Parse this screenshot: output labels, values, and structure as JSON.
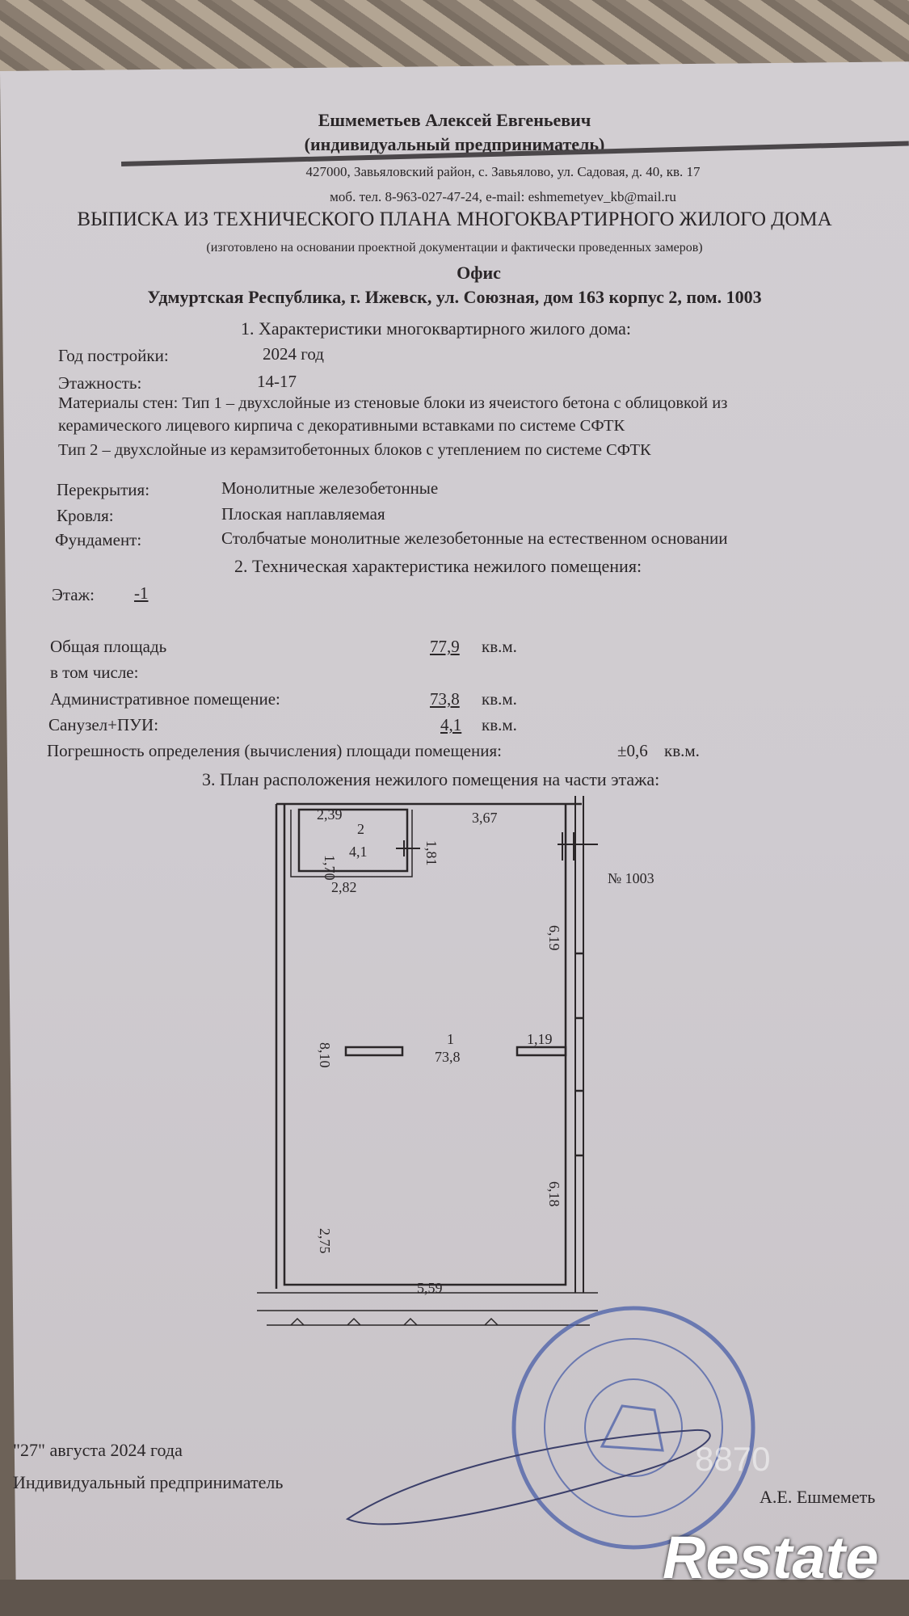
{
  "header": {
    "name": "Ешмеметьев Алексей Евгеньевич",
    "role": "(индивидуальный предприниматель)",
    "address": "427000, Завьяловский район, с. Завьялово, ул. Садовая, д. 40, кв. 17",
    "contacts": "моб. тел. 8-963-027-47-24, e-mail: eshmemetyev_kb@mail.ru"
  },
  "title": "ВЫПИСКА ИЗ ТЕХНИЧЕСКОГО ПЛАНА МНОГОКВАРТИРНОГО ЖИЛОГО ДОМА",
  "subtitle": "(изготовлено на основании проектной документации и фактически проведенных замеров)",
  "object_type": "Офис",
  "object_address": "Удмуртская Республика, г. Ижевск, ул. Союзная, дом 163 корпус 2, пом. 1003",
  "section1": {
    "heading": "1. Характеристики многоквартирного жилого дома:",
    "year_label": "Год постройки:",
    "year_value": "2024  год",
    "floors_label": "Этажность:",
    "floors_value": "14-17",
    "walls_line1": "Материалы стен: Тип 1 – двухслойные из стеновые блоки из ячеистого бетона с облицовкой из",
    "walls_line2": "керамического лицевого кирпича с декоративными вставками по системе СФТК",
    "walls_line3": "Тип 2 – двухслойные из керамзитобетонных блоков с утеплением по системе СФТК",
    "slabs_label": "Перекрытия:",
    "slabs_value": "Монолитные железобетонные",
    "roof_label": "Кровля:",
    "roof_value": "Плоская наплавляемая",
    "foundation_label": "Фундамент:",
    "foundation_value": "Столбчатые монолитные железобетонные на естественном основании"
  },
  "section2": {
    "heading": "2. Техническая характеристика нежилого помещения:",
    "floor_label": "Этаж:",
    "floor_value": "-1",
    "total_label": "Общая площадь",
    "total_value": "77,9",
    "unit": "кв.м.",
    "including": "в том числе:",
    "admin_label": "Административное помещение:",
    "admin_value": "73,8",
    "wc_label": "Санузел+ПУИ:",
    "wc_value": "4,1",
    "error_label": "Погрешность определения (вычисления) площади помещения:",
    "error_value": "±0,6",
    "error_unit": "кв.м."
  },
  "section3": {
    "heading": "3. План расположения нежилого помещения на части этажа:",
    "plan": {
      "d_top_small": "2,39",
      "d_top_right": "3,67",
      "d_small_h": "1,70",
      "room2_num": "2",
      "room2_area": "4,1",
      "d_door": "1,81",
      "d_small_bottom": "2,82",
      "d_right_top": "6,19",
      "d_left": "8,10",
      "room1_num": "1",
      "room1_area": "73,8",
      "d_window": "1,19",
      "d_right_bottom": "6,18",
      "d_left_bottom": "2,75",
      "d_bottom": "5,59",
      "unit_label": "№ 1003"
    }
  },
  "footer": {
    "date": "\"27\" августа 2024 года",
    "signer_role": "Индивидуальный предприниматель",
    "signer_name": "А.Е. Ешмеметь"
  },
  "watermark": "8870",
  "logo": "Restate"
}
